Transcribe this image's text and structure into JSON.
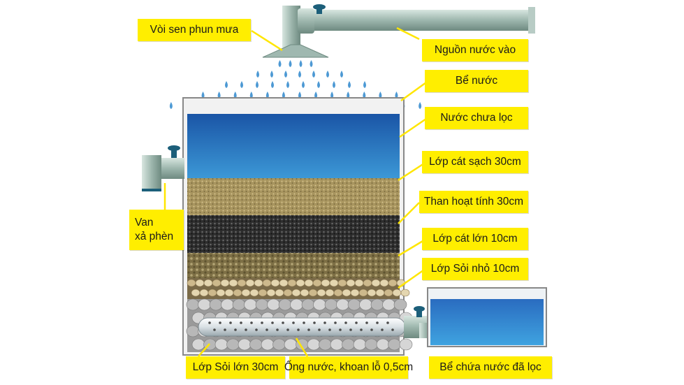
{
  "labels": {
    "shower": "Vòi sen phun mưa",
    "inflow": "Nguồn nước vào",
    "tank": "Bể nước",
    "raw_water": "Nước chưa lọc",
    "clean_sand": "Lớp cát sạch 30cm",
    "activated_carbon": "Than hoạt tính  30cm",
    "coarse_sand": "Lớp cát lớn 10cm",
    "small_gravel": "Lớp Sỏi nhỏ  10cm",
    "large_gravel": "Lớp Sỏi lớn 30cm",
    "perforated_pipe": "Ống nước, khoan lỗ 0,5cm",
    "clean_tank": "Bể chứa nước đã lọc",
    "valve_line1": "Van",
    "valve_line2": "xả phèn"
  },
  "colors": {
    "label_bg": "#ffee00",
    "water_top": "#1f5fb0",
    "water_bottom": "#3f9ed8",
    "pipe": "#9fb8b0",
    "valve": "#1c5f7a",
    "sand": "#b5a06a",
    "carbon": "#3a3a3a",
    "coarse_sand": "#8c7a4a",
    "small_gravel": "#d8c9a0",
    "large_gravel": "#c9c9c9"
  }
}
